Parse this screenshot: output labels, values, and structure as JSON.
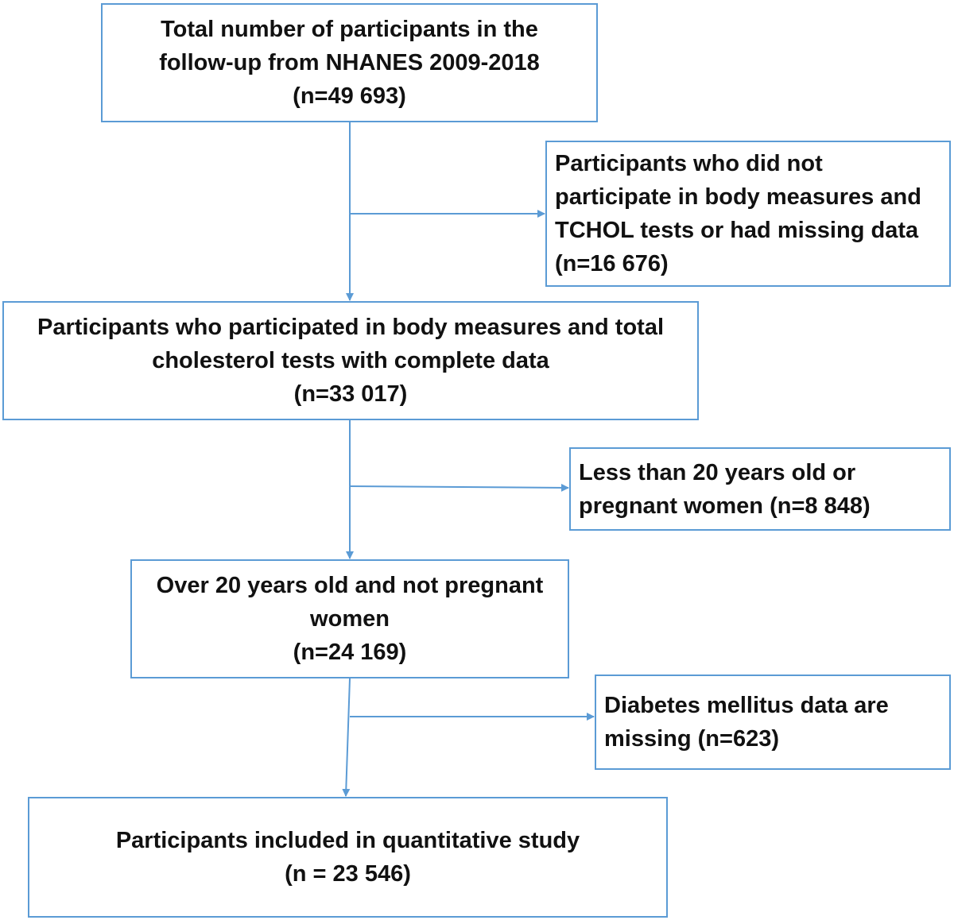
{
  "colors": {
    "border": "#5b9bd5",
    "arrow": "#5b9bd5",
    "text": "#111111"
  },
  "boxes": {
    "total": {
      "lines": [
        "Total number of participants in the",
        "follow-up from NHANES 2009-2018",
        "(n=49 693)"
      ]
    },
    "excl_1": {
      "lines": [
        "Participants who did not",
        "participate in body measures and",
        "TCHOL tests or had missing data",
        "(n=16 676)"
      ]
    },
    "measured": {
      "lines": [
        "Participants who participated in body measures and total",
        "cholesterol tests with complete data",
        "(n=33 017)"
      ]
    },
    "excl_2": {
      "lines": [
        "Less than 20 years old or",
        "pregnant women (n=8 848)"
      ]
    },
    "adults": {
      "lines": [
        "Over 20 years old and not pregnant",
        "women",
        "(n=24 169)"
      ]
    },
    "excl_3": {
      "lines": [
        "Diabetes mellitus data are",
        "missing (n=623)"
      ]
    },
    "final": {
      "lines": [
        "Participants included in quantitative study",
        "(n = 23 546)"
      ]
    }
  }
}
